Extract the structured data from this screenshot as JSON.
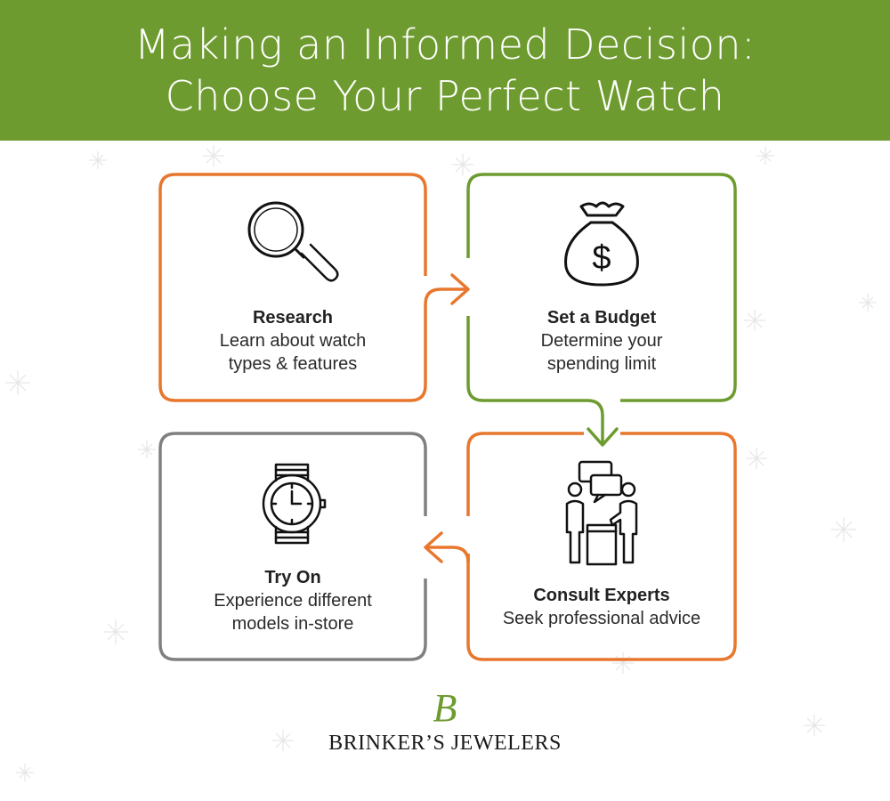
{
  "header": {
    "title_line1": "Making an Informed Decision:",
    "title_line2": "Choose Your Perfect Watch"
  },
  "steps": [
    {
      "title": "Research",
      "desc_line1": "Learn about watch",
      "desc_line2": "types & features",
      "icon": "magnifier-icon",
      "color": "#e8772e"
    },
    {
      "title": "Set a Budget",
      "desc_line1": "Determine your",
      "desc_line2": "spending limit",
      "icon": "money-bag-icon",
      "color": "#6e9b2f"
    },
    {
      "title": "Consult Experts",
      "desc_line1": "Seek professional advice",
      "desc_line2": "",
      "icon": "consultation-icon",
      "color": "#e8772e"
    },
    {
      "title": "Try On",
      "desc_line1": "Experience different",
      "desc_line2": "models in-store",
      "icon": "wristwatch-icon",
      "color": "#808080"
    }
  ],
  "logo": {
    "letter": "B",
    "name": "BRINKER’S JEWELERS"
  },
  "colors": {
    "green": "#6e9b2f",
    "orange": "#e8772e",
    "gray": "#808080"
  }
}
